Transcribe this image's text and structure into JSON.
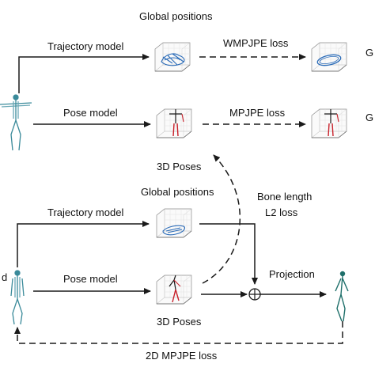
{
  "labels": {
    "global_positions_top": "Global positions",
    "trajectory_model_top": "Trajectory model",
    "wmpjpe_loss": "WMPJPE loss",
    "gt_top_1": "G",
    "pose_model_top": "Pose model",
    "mpjpe_loss": "MPJPE loss",
    "gt_top_2": "G",
    "poses_3d_top": "3D Poses",
    "bone_length": "Bone length",
    "l2_loss": "L2 loss",
    "global_positions_bottom": "Global positions",
    "trajectory_model_bottom": "Trajectory model",
    "input_2d_fragment": "d",
    "pose_model_bottom": "Pose model",
    "projection": "Projection",
    "poses_3d_bottom": "3D Poses",
    "mpjpe_2d_loss": "2D MPJPE loss"
  },
  "colors": {
    "arrow": "#1a1a1a",
    "trajectory": "#2a6bb8",
    "pose_red": "#c8202a",
    "skeleton": "#3a8a9a",
    "plot_box": "#7a7a7a"
  },
  "icons": {
    "top_input": "skeleton-tpose-icon",
    "bottom_input": "skeleton-walking-icon",
    "output_2d": "skeleton-2d-projection-icon",
    "summation": "circled-plus-icon"
  }
}
